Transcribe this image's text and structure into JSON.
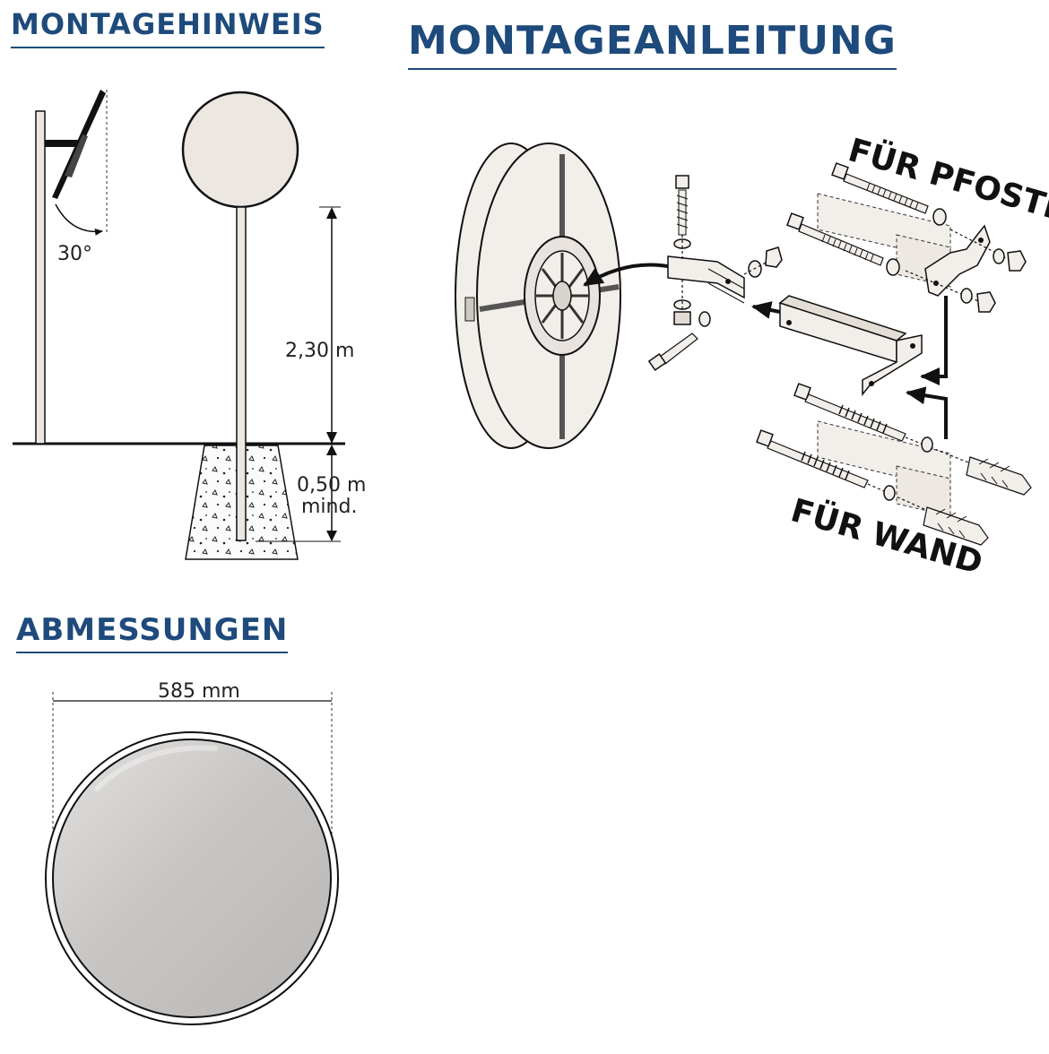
{
  "headings": {
    "mounting_note": "MONTAGEHINWEIS",
    "mounting_instructions": "MONTAGEANLEITUNG",
    "dimensions": "ABMESSUNGEN"
  },
  "mounting_note": {
    "tilt_angle": "30°",
    "mirror_height": "2,30 m",
    "foundation_depth": "0,50 m",
    "foundation_depth_note": "mind."
  },
  "mounting_instructions": {
    "post_label": "FÜR PFOSTEN",
    "wall_label": "FÜR WAND"
  },
  "dimensions": {
    "diameter": "585 mm"
  },
  "colors": {
    "heading": "#1e4a7c",
    "post_fill": "#ece7e1",
    "mirror_face": "#c9c7c5"
  }
}
